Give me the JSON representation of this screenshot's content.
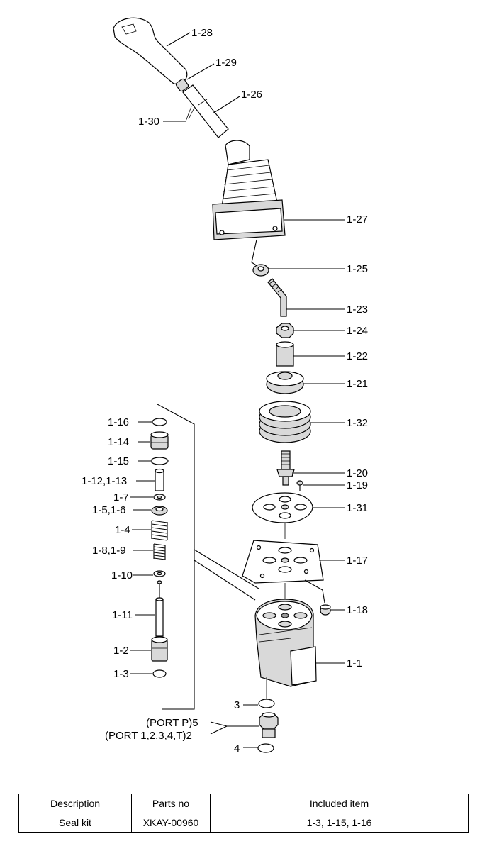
{
  "callouts": {
    "c1_28": "1-28",
    "c1_29": "1-29",
    "c1_26": "1-26",
    "c1_30": "1-30",
    "c1_27": "1-27",
    "c1_25": "1-25",
    "c1_23": "1-23",
    "c1_24": "1-24",
    "c1_22": "1-22",
    "c1_21": "1-21",
    "c1_32": "1-32",
    "c1_20": "1-20",
    "c1_19": "1-19",
    "c1_31": "1-31",
    "c1_17": "1-17",
    "c1_18": "1-18",
    "c1_1": "1-1",
    "c1_16": "1-16",
    "c1_14": "1-14",
    "c1_15": "1-15",
    "c1_12_13": "1-12,1-13",
    "c1_7": "1-7",
    "c1_5_6": "1-5,1-6",
    "c1_4": "1-4",
    "c1_8_9": "1-8,1-9",
    "c1_10": "1-10",
    "c1_11": "1-11",
    "c1_2": "1-2",
    "c1_3": "1-3",
    "c3": "3",
    "c_port_p": "(PORT P)5",
    "c_port_all": "(PORT 1,2,3,4,T)2",
    "c4": "4"
  },
  "table": {
    "headers": [
      "Description",
      "Parts no",
      "Included item"
    ],
    "rows": [
      [
        "Seal kit",
        "XKAY-00960",
        "1-3, 1-15, 1-16"
      ]
    ]
  }
}
